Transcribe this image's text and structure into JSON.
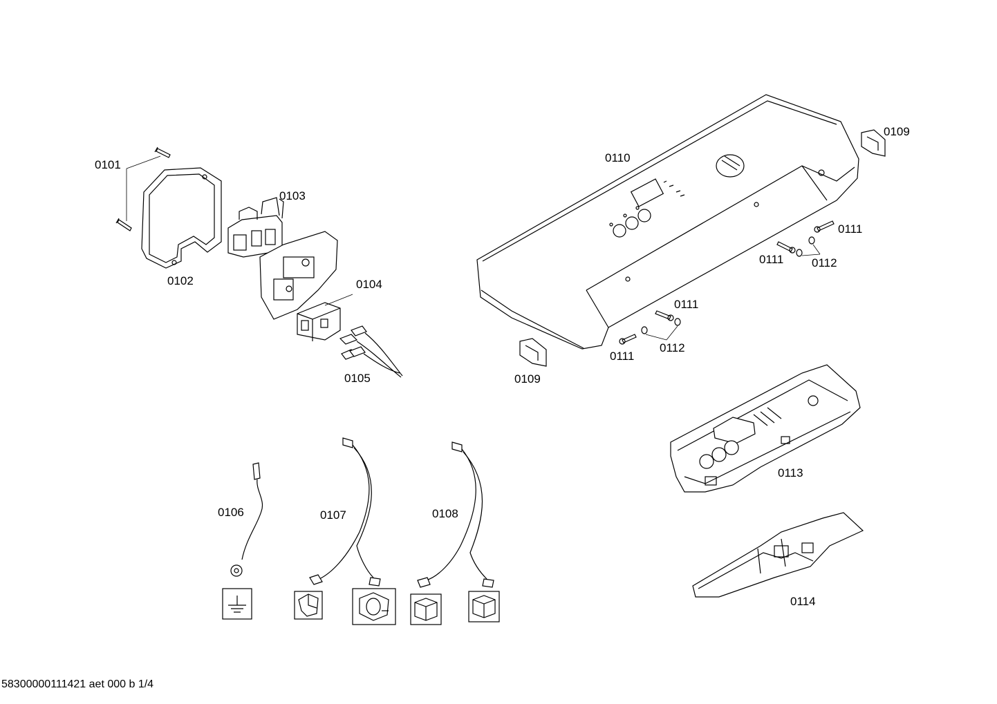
{
  "footer": "58300000111421 aet 000 b 1/4",
  "callouts": {
    "p0101": "0101",
    "p0102": "0102",
    "p0103": "0103",
    "p0104": "0104",
    "p0105": "0105",
    "p0106": "0106",
    "p0107": "0107",
    "p0108": "0108",
    "p0109a": "0109",
    "p0109b": "0109",
    "p0110": "0110",
    "p0111a": "0111",
    "p0111b": "0111",
    "p0111c": "0111",
    "p0111d": "0111",
    "p0112a": "0112",
    "p0112b": "0112",
    "p0113": "0113",
    "p0114": "0114"
  },
  "symbols": [
    "ground-symbol-icon",
    "plug-connector-icon",
    "motor-connector-icon",
    "terminal-block-icon",
    "terminal-block-icon"
  ]
}
